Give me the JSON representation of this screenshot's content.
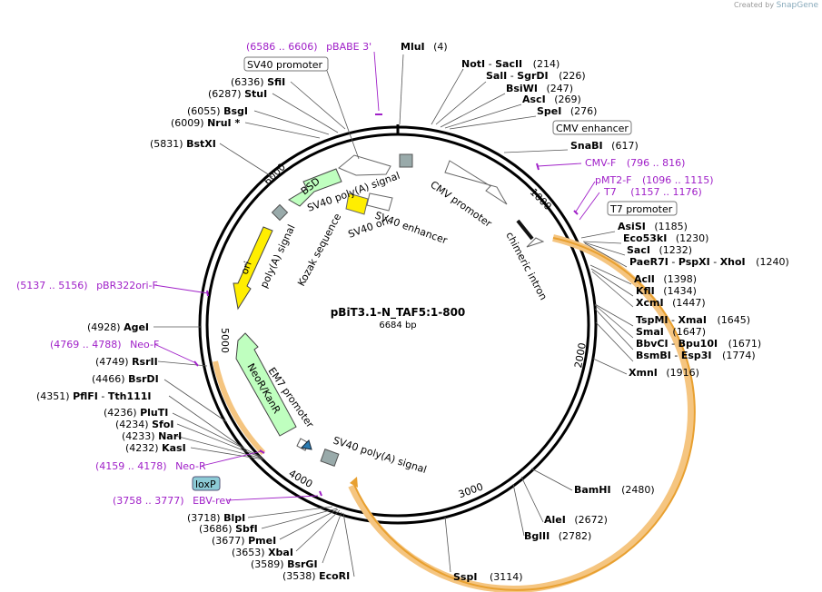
{
  "credit": {
    "prefix": "Created by",
    "brand": "SnapGene"
  },
  "plasmid": {
    "name": "pBiT3.1-N_TAF5:1-800",
    "size": "6684 bp"
  },
  "ticks": [
    "1000",
    "2000",
    "3000",
    "4000",
    "5000",
    "6000"
  ],
  "enzymes": [
    {
      "name": "MluI",
      "pos": "(4)"
    },
    {
      "name": "NotI",
      "name2": "SacII",
      "pos": "(214)"
    },
    {
      "name": "SalI",
      "name2": "SgrDI",
      "pos": "(226)"
    },
    {
      "name": "BsiWI",
      "pos": "(247)"
    },
    {
      "name": "AscI",
      "pos": "(269)"
    },
    {
      "name": "SpeI",
      "pos": "(276)"
    },
    {
      "name": "SnaBI",
      "pos": "(617)"
    },
    {
      "name": "AsiSI",
      "pos": "(1185)"
    },
    {
      "name": "Eco53kI",
      "pos": "(1230)"
    },
    {
      "name": "SacI",
      "pos": "(1232)"
    },
    {
      "name": "PaeR7I",
      "name2": "PspXI",
      "name3": "XhoI",
      "pos": "(1240)"
    },
    {
      "name": "AclI",
      "pos": "(1398)"
    },
    {
      "name": "KflI",
      "pos": "(1434)"
    },
    {
      "name": "XcmI",
      "pos": "(1447)"
    },
    {
      "name": "TspMI",
      "name2": "XmaI",
      "pos": "(1645)"
    },
    {
      "name": "SmaI",
      "pos": "(1647)"
    },
    {
      "name": "BbvCI",
      "name2": "Bpu10I",
      "pos": "(1671)"
    },
    {
      "name": "BsmBI",
      "name2": "Esp3I",
      "pos": "(1774)"
    },
    {
      "name": "XmnI",
      "pos": "(1916)"
    },
    {
      "name": "BamHI",
      "pos": "(2480)"
    },
    {
      "name": "AleI",
      "pos": "(2672)"
    },
    {
      "name": "BglII",
      "pos": "(2782)"
    },
    {
      "name": "SspI",
      "pos": "(3114)"
    },
    {
      "name": "EcoRI",
      "pos": "(3538)"
    },
    {
      "name": "BsrGI",
      "pos": "(3589)"
    },
    {
      "name": "XbaI",
      "pos": "(3653)"
    },
    {
      "name": "PmeI",
      "pos": "(3677)"
    },
    {
      "name": "SbfI",
      "pos": "(3686)"
    },
    {
      "name": "BlpI",
      "pos": "(3718)"
    },
    {
      "name": "KasI",
      "pos": "(4232)"
    },
    {
      "name": "NarI",
      "pos": "(4233)"
    },
    {
      "name": "SfoI",
      "pos": "(4234)"
    },
    {
      "name": "PluTI",
      "pos": "(4236)"
    },
    {
      "name": "PflFI",
      "name2": "Tth111I",
      "pos": "(4351)"
    },
    {
      "name": "BsrDI",
      "pos": "(4466)"
    },
    {
      "name": "RsrII",
      "pos": "(4749)"
    },
    {
      "name": "AgeI",
      "pos": "(4928)"
    },
    {
      "name": "BstXI",
      "pos": "(5831)"
    },
    {
      "name": "NruI *",
      "pos": "(6009)"
    },
    {
      "name": "BsgI",
      "pos": "(6055)"
    },
    {
      "name": "StuI",
      "pos": "(6287)"
    },
    {
      "name": "SfiI",
      "pos": "(6336)"
    }
  ],
  "primers": [
    {
      "range": "(6586 .. 6606)",
      "name": "pBABE 3'"
    },
    {
      "range": "(796 .. 816)",
      "name": "CMV-F"
    },
    {
      "range": "(1096 .. 1115)",
      "name": "pMT2-F"
    },
    {
      "range": "(1157 .. 1176)",
      "name": "T7"
    },
    {
      "range": "(5137 .. 5156)",
      "name": "pBR322ori-F"
    },
    {
      "range": "(4769 .. 4788)",
      "name": "Neo-F"
    },
    {
      "range": "(4159 .. 4178)",
      "name": "Neo-R"
    },
    {
      "range": "(3758 .. 3777)",
      "name": "EBV-rev"
    }
  ],
  "boxed": [
    "SV40 promoter",
    "CMV enhancer",
    "T7 promoter",
    "loxP"
  ],
  "features": [
    "SV40 poly(A) signal",
    "CMV promoter",
    "chimeric intron",
    "SV40 enhancer",
    "SV40 ori",
    "Kozak sequence",
    "BSD",
    "poly(A) signal",
    "ori",
    "EM7 promoter",
    "NeoR/KanR",
    "SV40 poly(A) signal"
  ],
  "colors": {
    "orf": "#f5a623",
    "ori": "#ffee00",
    "resist": "#bfffbf",
    "primer": "#a020c8",
    "loxp": "#8ccbd6"
  }
}
